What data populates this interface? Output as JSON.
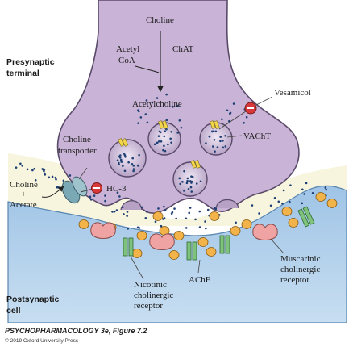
{
  "diagram": {
    "labels": {
      "presynaptic_line1": "Presynaptic",
      "presynaptic_line2": "terminal",
      "choline_top": "Choline",
      "acetyl": "Acetyl",
      "coa": "CoA",
      "chat": "ChAT",
      "acetylcholine": "Acetylcholine",
      "vesamicol": "Vesamicol",
      "vacht": "VAChT",
      "choline_transporter_line1": "Choline",
      "choline_transporter_line2": "transporter",
      "hc3": "HC-3",
      "choline_left": "Choline",
      "plus": "+",
      "acetate": "Acetate",
      "muscarinic_line1": "Muscarinic",
      "muscarinic_line2": "cholinergic",
      "muscarinic_line3": "receptor",
      "nicotinic_line1": "Nicotinic",
      "nicotinic_line2": "cholinergic",
      "nicotinic_line3": "receptor",
      "ache": "AChE",
      "postsynaptic_line1": "Postsynaptic",
      "postsynaptic_line2": "cell"
    },
    "caption": {
      "title": "PSYCHOPHARMACOLOGY 3e, Figure 7.2",
      "copyright": "© 2019 Oxford University Press"
    },
    "colors": {
      "terminal_fill": "#c9b3d6",
      "terminal_stroke": "#5a4a6a",
      "postsynaptic_fill": "#a9cbe8",
      "cleft_fill": "#f6f4dc",
      "ache_fill": "#f2b34a",
      "nicotinic_fill": "#7ec27e",
      "muscarinic_fill": "#f0a3a3",
      "inhibitor_fill": "#d9383b",
      "molecule_fill": "#1e3f73"
    }
  }
}
